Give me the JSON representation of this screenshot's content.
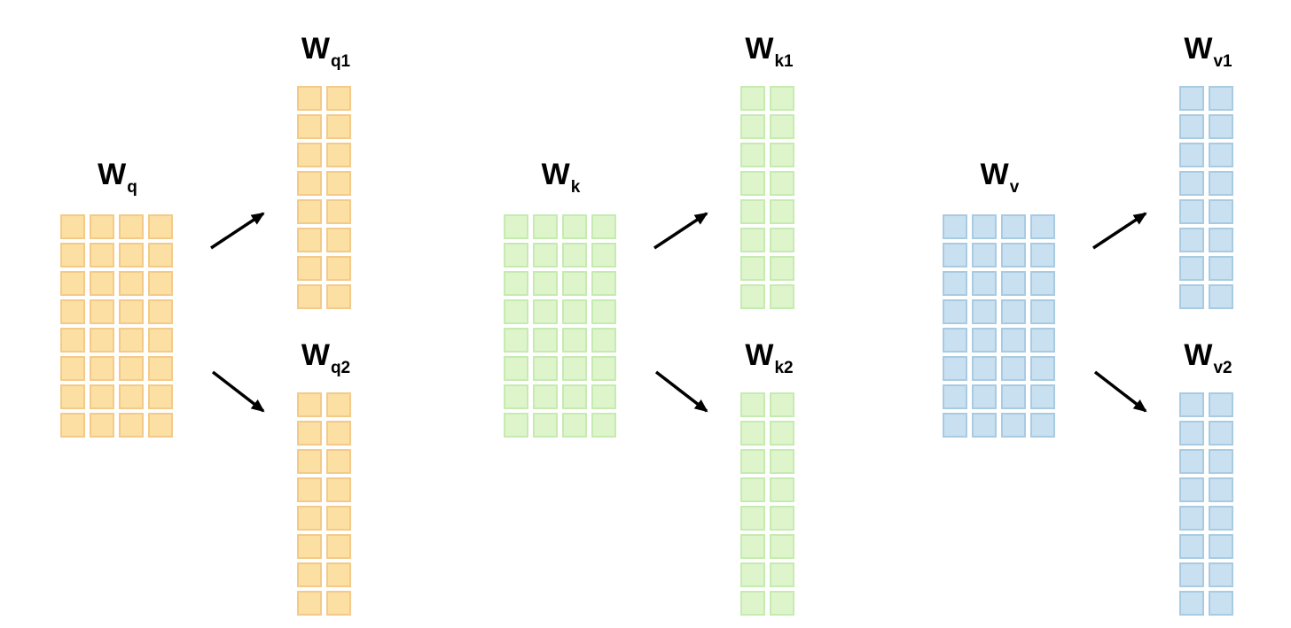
{
  "diagram": {
    "kind": "weight-matrix-split-diagram",
    "arrow_color": "#000000",
    "background": "#ffffff"
  },
  "groups": [
    {
      "id": "query",
      "fill": "#FBDFA3",
      "border": "#F3CA89",
      "main": {
        "label_base": "W",
        "label_sub": "q",
        "rows": 8,
        "cols": 4
      },
      "split1": {
        "label_base": "W",
        "label_sub": "q1",
        "rows": 8,
        "cols": 2
      },
      "split2": {
        "label_base": "W",
        "label_sub": "q2",
        "rows": 8,
        "cols": 2
      }
    },
    {
      "id": "key",
      "fill": "#DEF5CC",
      "border": "#C5EBB1",
      "main": {
        "label_base": "W",
        "label_sub": "k",
        "rows": 8,
        "cols": 4
      },
      "split1": {
        "label_base": "W",
        "label_sub": "k1",
        "rows": 8,
        "cols": 2
      },
      "split2": {
        "label_base": "W",
        "label_sub": "k2",
        "rows": 8,
        "cols": 2
      }
    },
    {
      "id": "value",
      "fill": "#C8E0F0",
      "border": "#A9CBE2",
      "main": {
        "label_base": "W",
        "label_sub": "v",
        "rows": 8,
        "cols": 4
      },
      "split1": {
        "label_base": "W",
        "label_sub": "v1",
        "rows": 8,
        "cols": 2
      },
      "split2": {
        "label_base": "W",
        "label_sub": "v2",
        "rows": 8,
        "cols": 2
      }
    }
  ]
}
